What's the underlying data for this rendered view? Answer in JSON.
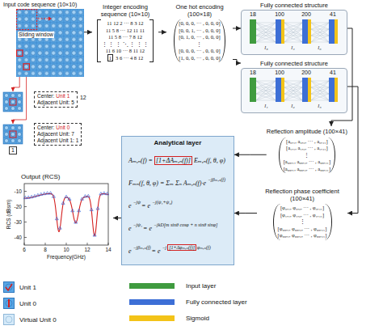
{
  "diagram": {
    "nodes": [
      {
        "text": [
          "Input code sequence (10×10)"
        ]
      },
      {
        "text": [
          "Center:",
          "Unit 1",
          "Adjacent Unit: 5"
        ]
      },
      {
        "text": [
          "Center:",
          "Unit 0",
          "Adjacent Unit: 7",
          "Adjacent Unit 1: 1"
        ]
      },
      {
        "text": [
          "Integer encoding sequence (10×10)",
          "11 12 2 ··· 8 3 12",
          "11 5 8 ··· 12 11 11",
          "11 5 8 ··· 7 8 12",
          "⋮ ⋮ ⋮ ⋱ ⋮ ⋮ ⋮",
          "11 6 10 ··· 8 11 12",
          "1",
          "3 6 ··· 4 8 12"
        ]
      },
      {
        "text": [
          "One hot encoding (100×18)",
          "[0, 0, 0, ··· , 0, 0, 0]",
          "[0, 0, 1, ··· , 0, 0, 0]",
          "[0, 1, 0, ··· , 0, 0, 0]",
          "⋮",
          "[0, 0, 0, ··· , 0, 0, 0]",
          "[1, 0, 0, ··· , 0, 0, 0]"
        ]
      },
      {
        "text": [
          "Fully connected structure",
          "18",
          "100",
          "200",
          "41",
          "l₃",
          "l₄",
          "l₆"
        ]
      },
      {
        "text": [
          "Fully connected structure",
          "18",
          "100",
          "200",
          "41",
          "l₁",
          "l₂",
          "l₅"
        ]
      },
      {
        "text": [
          "Reflection amplitude (100×41)",
          "[a₀,₁, a₀,₂, ··· , a₀,₄₁]",
          "[a₁,₁, a₁,₂, ··· , a₁,₄₁]",
          "⋮",
          "[a₉₈,₁, a₉₈,₂, ··· , a₉₈,₄₁]",
          "[a₉₉,₁, a₉₉,₂, ··· , a₉₉,₄₁]"
        ]
      },
      {
        "text": [
          "Reflection phase coefficient (100×41)",
          "[φ₀,₁, φ₀,₂, ··· , φ₀,₄₁]",
          "[φ₁,₁, φ₁,₂, ··· , φ₁,₄₁]",
          "⋮",
          "[φ₉₈,₁, φ₉₈,₂, ··· , φ₉₈,₄₁]",
          "[φ₉₉,₁, φ₉₉,₂, ··· , φ₉₉,₄₁]"
        ]
      },
      {
        "text": [
          "Analytical layer",
          "Aₘ,ₙ(f) =",
          "[1+ΔAₘ,ₙ(f)]",
          "Eₘ,ₙ(f, θ, φ)",
          "Fₘₙ(f, θ, φ) = Σₘ Σₙ Aₘ,ₙ(f)·e",
          "−jβₘ,ₙ(f)",
          "e",
          "−jψ",
          "= e",
          "−j(ψ₁+ψ₂)",
          "e",
          "−jψ₁",
          "= e",
          "−jkD[m sinθ cosφ + n sinθ sinφ]",
          "e",
          "−jβₘ,ₙ(f)",
          "= e",
          "−j",
          "[1+Δφₘ,ₙ(f)]",
          "φₘ,ₙ(f)"
        ]
      },
      {
        "text": [
          "Output (RCS)"
        ]
      }
    ],
    "edges": [
      {
        "from": 0,
        "to": 3,
        "arrow": "to"
      },
      {
        "from": 3,
        "to": 4,
        "arrow": "to"
      },
      {
        "from": 4,
        "to": 5,
        "arrow": "to"
      },
      {
        "from": 4,
        "to": 6,
        "arrow": "to"
      },
      {
        "from": 5,
        "to": 7,
        "arrow": "to"
      },
      {
        "from": 6,
        "to": 8,
        "arrow": "to"
      },
      {
        "from": 7,
        "to": 9,
        "arrow": "to"
      },
      {
        "from": 8,
        "to": 9,
        "arrow": "to"
      },
      {
        "from": 9,
        "to": 10,
        "arrow": "to"
      }
    ],
    "labels": [
      "Sliding window",
      "12",
      "1",
      "RCS (dBsm)",
      "Frequency(GHz)",
      "-10",
      "-20",
      "-30",
      "-40",
      "6",
      "8",
      "10",
      "12",
      "14"
    ],
    "legend": [
      {
        "text": "Unit 1"
      },
      {
        "text": "Unit 0"
      },
      {
        "text": "Virtual Unit 0"
      },
      {
        "text": "Input layer",
        "color": "#3f9b3f"
      },
      {
        "text": "Fully connected layer",
        "color": "#3d6fd6"
      },
      {
        "text": "Sigmoid",
        "color": "#f3c318"
      }
    ]
  }
}
